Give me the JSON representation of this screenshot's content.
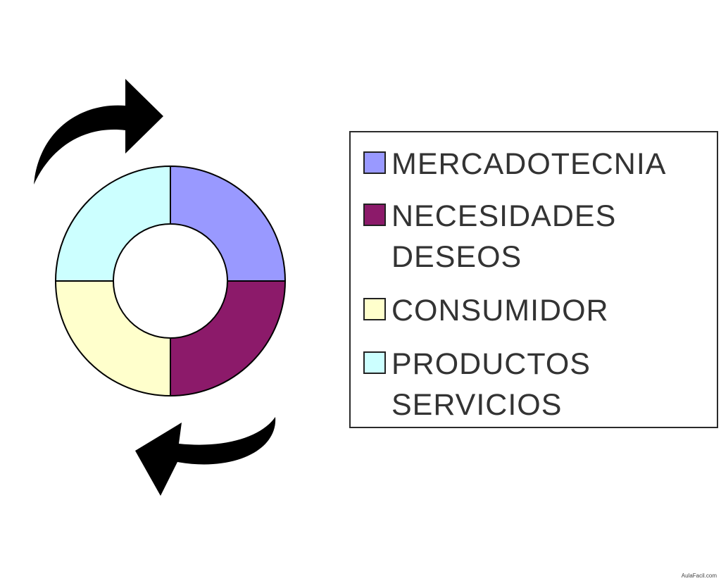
{
  "chart_data": {
    "type": "pie",
    "donut": true,
    "categories": [
      "MERCADOTECNIA",
      "NECESIDADES\nDESEOS",
      "CONSUMIDOR",
      "PRODUCTOS\nSERVICIOS"
    ],
    "values": [
      25,
      25,
      25,
      25
    ],
    "colors": [
      "#9999ff",
      "#8c1a6a",
      "#ffffcc",
      "#ccffff"
    ],
    "legend": {
      "placement": "right"
    },
    "annotations": [
      "clockwise-arrow-top",
      "clockwise-arrow-bottom"
    ]
  },
  "watermark": "AulaFacil.com"
}
